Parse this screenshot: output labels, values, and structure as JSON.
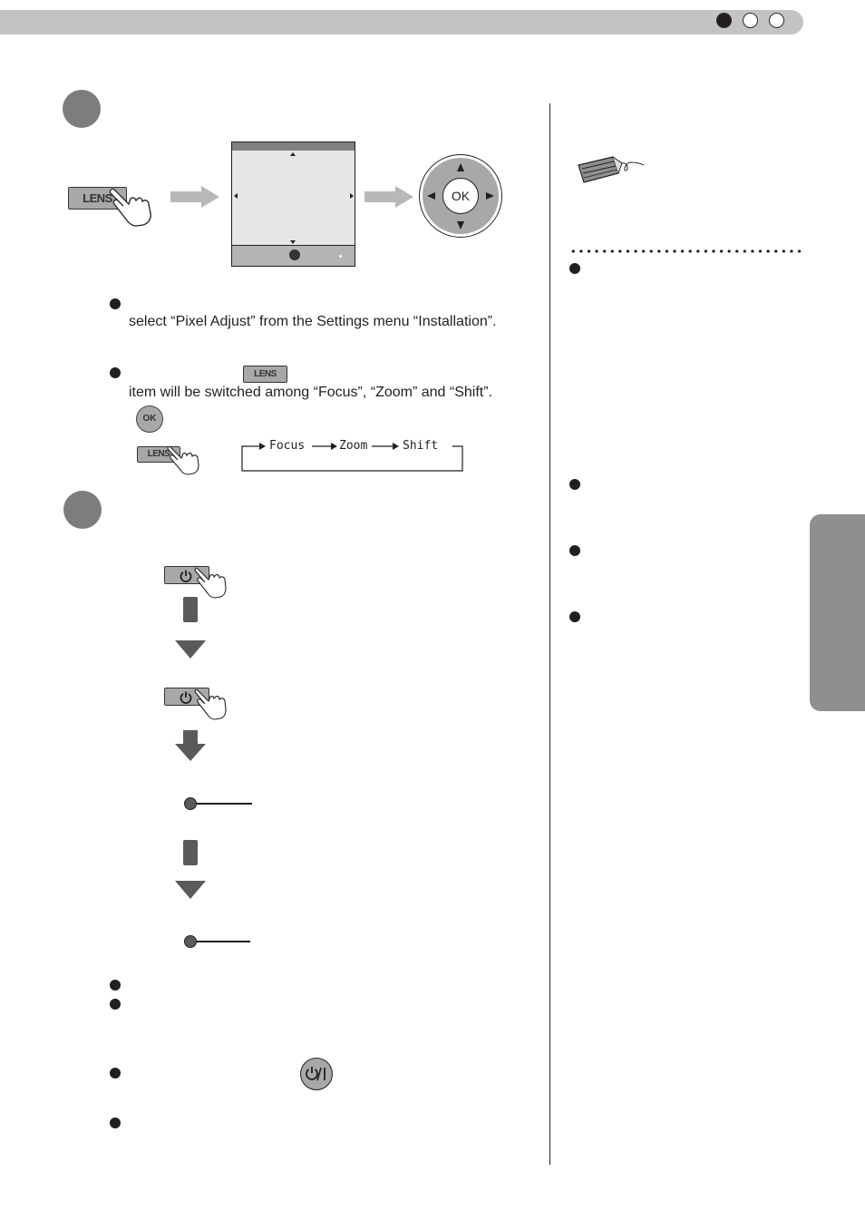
{
  "header": {
    "page_dots": [
      "filled",
      "empty",
      "empty"
    ]
  },
  "step1": {
    "lens_label": "LENS",
    "ok_label": "OK",
    "para1": "select “Pixel Adjust” from the Settings menu “Installation”.",
    "para2": "item will be switched among “Focus”, “Zoom” and “Shift”.",
    "ok_small_label": "OK",
    "sequence": [
      "Focus",
      "Zoom",
      "Shift"
    ]
  },
  "colors": {
    "accent_gray": "#7d7d7d",
    "button_gray": "#a8a8a8",
    "text": "#231f20"
  },
  "icons": [
    "memo-pencil-icon",
    "hand-pointer-icon",
    "power-icon",
    "arrow-right-icon",
    "arrow-down-icon"
  ]
}
